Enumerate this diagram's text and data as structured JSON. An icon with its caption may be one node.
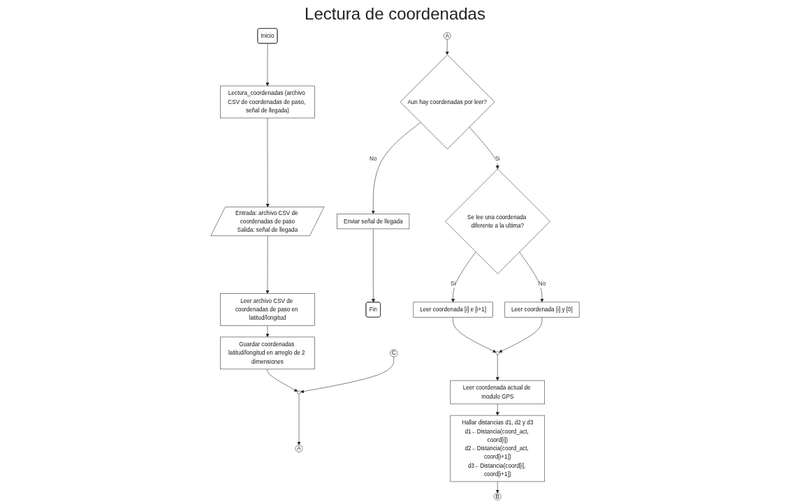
{
  "diagram": {
    "title": "Lectura de coordenadas",
    "nodes": [
      {
        "text": [
          "Inicio"
        ]
      },
      {
        "text": [
          "Lectura_coordenadas (archivo CSV de coordenadas de paso, señal de llegada)"
        ]
      },
      {
        "text": [
          "Entrada: archivo CSV de coordenadas de paso",
          "Salida: señal de llegada"
        ]
      },
      {
        "text": [
          "Leer archivo CSV de coordenadas de paso en latitud/longitud"
        ]
      },
      {
        "text": [
          "Guardar coordenadas latitud/longitud en arreglo de 2 dimensiones"
        ]
      },
      {
        "text": [
          "C"
        ]
      },
      {
        "text": [],
        "shape": "circle"
      },
      {
        "text": [
          "A"
        ]
      },
      {
        "text": [
          "A"
        ]
      },
      {
        "text": [
          "Aun hay coordenadas por leer?"
        ]
      },
      {
        "text": [
          "Enviar señal de llegada"
        ]
      },
      {
        "text": [
          "Fin"
        ]
      },
      {
        "text": [
          "Se lee una coordenada diferente a la ultima?"
        ]
      },
      {
        "text": [
          "Leer coordenada [i] e [i+1]"
        ]
      },
      {
        "text": [
          "Leer coordenada [i] y [0]"
        ]
      },
      {
        "text": [],
        "shape": "circle"
      },
      {
        "text": [
          "Leer coordenada actual de modulo GPS"
        ]
      },
      {
        "text": [
          "Hallar distancias d1, d2 y d3",
          "d1←Distancia(coord_act, coord[i])",
          "d2←Distancia(coord_act, coord[i+1])",
          "d3←Distancia(coord[i], coord[i+1])"
        ]
      },
      {
        "text": [
          "B"
        ]
      }
    ],
    "edges": [
      {
        "from": 0,
        "to": 1,
        "arrow": "to"
      },
      {
        "from": 1,
        "to": 2,
        "arrow": "to"
      },
      {
        "from": 2,
        "to": 3,
        "arrow": "to"
      },
      {
        "from": 3,
        "to": 4,
        "arrow": "to"
      },
      {
        "from": 4,
        "to": 6,
        "arrow": "to"
      },
      {
        "from": 5,
        "to": 6,
        "arrow": "to"
      },
      {
        "from": 6,
        "to": 7,
        "arrow": "to"
      },
      {
        "from": 8,
        "to": 9,
        "arrow": "to"
      },
      {
        "from": 9,
        "to": 10,
        "arrow": "to",
        "label": "No"
      },
      {
        "from": 10,
        "to": 11,
        "arrow": "to"
      },
      {
        "from": 9,
        "to": 12,
        "arrow": "to",
        "label": "Si"
      },
      {
        "from": 12,
        "to": 13,
        "arrow": "to",
        "label": "Si"
      },
      {
        "from": 12,
        "to": 14,
        "arrow": "to",
        "label": "No"
      },
      {
        "from": 13,
        "to": 15,
        "arrow": "to"
      },
      {
        "from": 14,
        "to": 15,
        "arrow": "to"
      },
      {
        "from": 15,
        "to": 16,
        "arrow": "to"
      },
      {
        "from": 16,
        "to": 17,
        "arrow": "to"
      },
      {
        "from": 17,
        "to": 18,
        "arrow": "to"
      }
    ]
  }
}
